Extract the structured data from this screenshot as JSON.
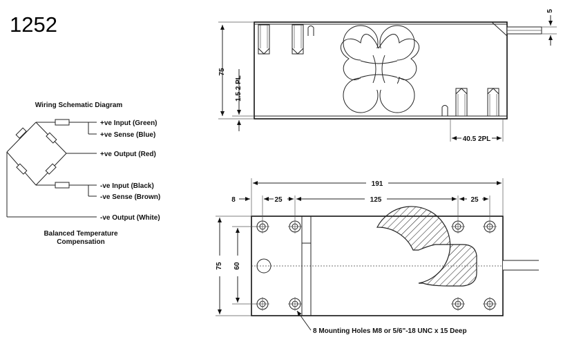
{
  "model": "1252",
  "wiring": {
    "title": "Wiring Schematic Diagram",
    "labels": {
      "in_pos": "+ve Input  (Green)",
      "sense_pos": "+ve Sense  (Blue)",
      "out_pos": "+ve Output  (Red)",
      "in_neg": "-ve Input  (Black)",
      "sense_neg": "-ve Sense  (Brown)",
      "out_neg": "-ve Output  (White)"
    },
    "comp_line1": "Balanced Temperature",
    "comp_line2": "Compensation"
  },
  "side_view": {
    "dim_height": "75",
    "dim_offset": "1.5  2 PL",
    "dim_top": "5",
    "dim_spacing": "40.5 2PL"
  },
  "top_view": {
    "dim_total": "191",
    "dim_edge": "8",
    "dim_left": "25",
    "dim_mid": "125",
    "dim_right": "25",
    "dim_height": "75",
    "dim_holes": "60",
    "note": "8 Mounting Holes M8 or 5/6\"-18 UNC x 15 Deep"
  }
}
